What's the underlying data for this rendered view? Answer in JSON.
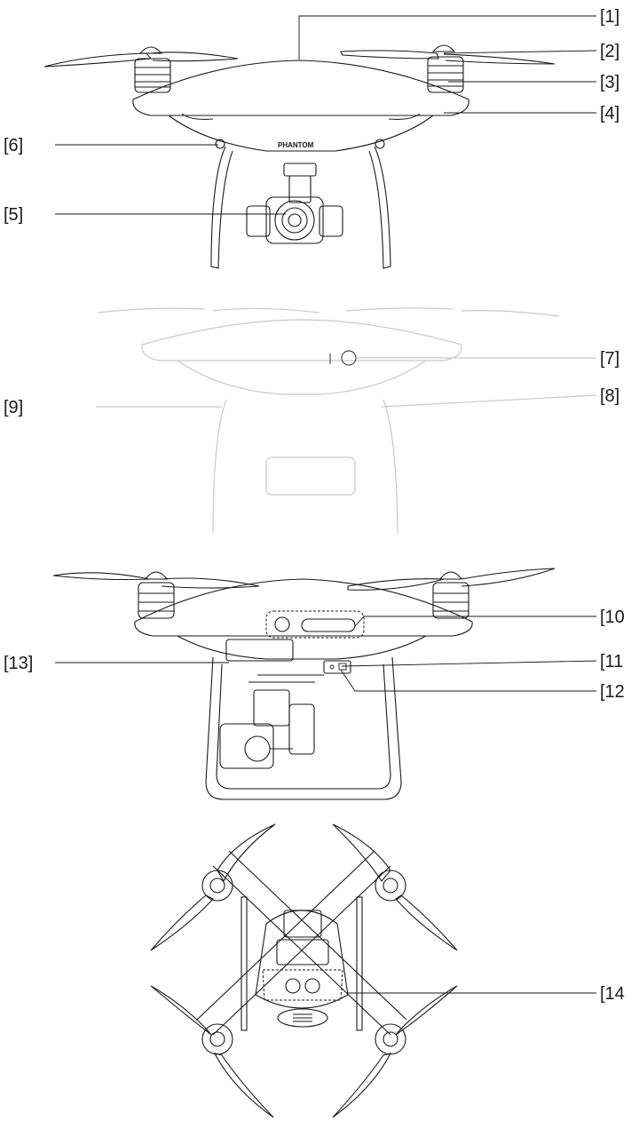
{
  "brand_text": "PHANTOM",
  "callouts": [
    {
      "id": "1",
      "label": "[1]"
    },
    {
      "id": "2",
      "label": "[2]"
    },
    {
      "id": "3",
      "label": "[3]"
    },
    {
      "id": "4",
      "label": "[4]"
    },
    {
      "id": "5",
      "label": "[5]"
    },
    {
      "id": "6",
      "label": "[6]"
    },
    {
      "id": "7",
      "label": "[7]"
    },
    {
      "id": "8",
      "label": "[8]"
    },
    {
      "id": "9",
      "label": "[9]"
    },
    {
      "id": "10",
      "label": "[10"
    },
    {
      "id": "11",
      "label": "[11"
    },
    {
      "id": "12",
      "label": "[12"
    },
    {
      "id": "13",
      "label": "[13]"
    },
    {
      "id": "14",
      "label": "[14"
    }
  ]
}
